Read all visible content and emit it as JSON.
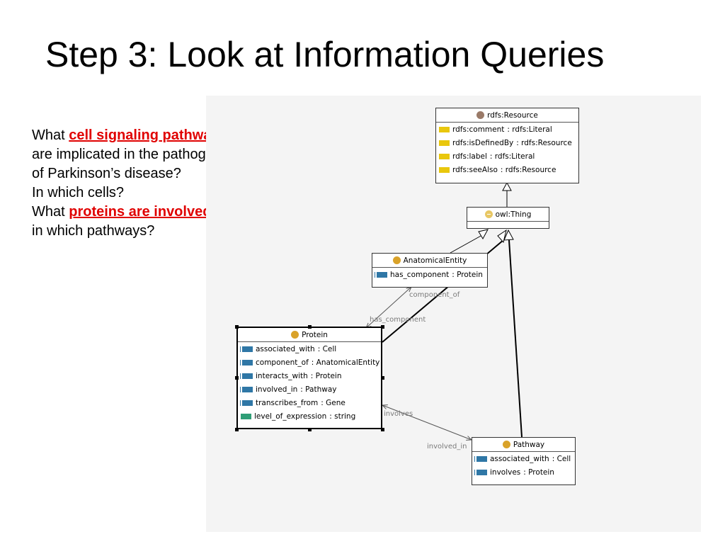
{
  "slide": {
    "title": "Step 3: Look at Information Queries",
    "text": {
      "l1_pre": "What ",
      "l1_highlight": "cell signaling pathways",
      "l2": "are implicated in the pathogenesis",
      "l3": "of Parkinson’s disease?",
      "l4": "In which cells?",
      "l5_pre": "What ",
      "l5_highlight": "proteins are involved",
      "l6": "in which pathways?"
    }
  },
  "colors": {
    "highlight": "#e00000",
    "canvas_bg": "#f4f4f4",
    "literal_property": "#e9c70d",
    "object_property": "#2f77a6",
    "datatype_property": "#2f9e76",
    "class_icon": "#d9a229"
  },
  "diagram": {
    "resource": {
      "title": "rdfs:Resource",
      "icon": "resource-icon",
      "props": [
        {
          "name": "rdfs:comment",
          "type": ": rdfs:Literal"
        },
        {
          "name": "rdfs:isDefinedBy",
          "type": ": rdfs:Resource"
        },
        {
          "name": "rdfs:label",
          "type": ": rdfs:Literal"
        },
        {
          "name": "rdfs:seeAlso",
          "type": ": rdfs:Resource"
        }
      ]
    },
    "thing": {
      "title": "owl:Thing",
      "icon": "thing-icon"
    },
    "anatomical": {
      "title": "AnatomicalEntity",
      "icon": "class-icon",
      "props": [
        {
          "name": "has_component",
          "type": ": Protein"
        }
      ]
    },
    "protein": {
      "title": "Protein",
      "icon": "class-icon",
      "props": [
        {
          "name": "associated_with",
          "type": ": Cell"
        },
        {
          "name": "component_of",
          "type": ": AnatomicalEntity"
        },
        {
          "name": "interacts_with",
          "type": ": Protein"
        },
        {
          "name": "involved_in",
          "type": ": Pathway"
        },
        {
          "name": "transcribes_from",
          "type": ": Gene"
        },
        {
          "name": "level_of_expression",
          "type": ": string"
        }
      ]
    },
    "pathway": {
      "title": "Pathway",
      "icon": "class-icon",
      "props": [
        {
          "name": "associated_with",
          "type": ": Cell"
        },
        {
          "name": "involves",
          "type": ": Protein"
        }
      ]
    },
    "edge_labels": {
      "component_of": "component_of",
      "has_component": "has_component",
      "involves": "involves",
      "involved_in": "involved_in"
    }
  }
}
